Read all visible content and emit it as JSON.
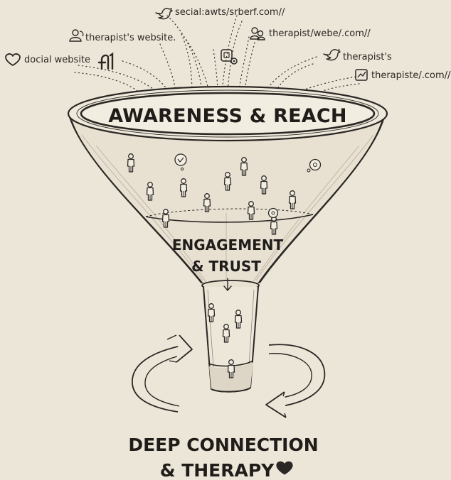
{
  "sources": [
    {
      "icon": "twitter-icon",
      "label": "secial:awts/srberf.com//"
    },
    {
      "icon": "person-icon",
      "label": "therapist's website."
    },
    {
      "icon": "group-icon",
      "label": "therapist/webe/.com//"
    },
    {
      "icon": "heart-icon",
      "label": "docial website"
    },
    {
      "icon": "twitter-icon",
      "label": "therapist's"
    },
    {
      "icon": "chart-icon",
      "label": "therapiste/.com//"
    }
  ],
  "stages": {
    "top": "AWARENESS & REACH",
    "middle_line1": "ENGAGEMENT",
    "middle_line2": "& TRUST",
    "bottom_line1": "DEEP CONNECTION",
    "bottom_line2": "& THERAPY"
  }
}
